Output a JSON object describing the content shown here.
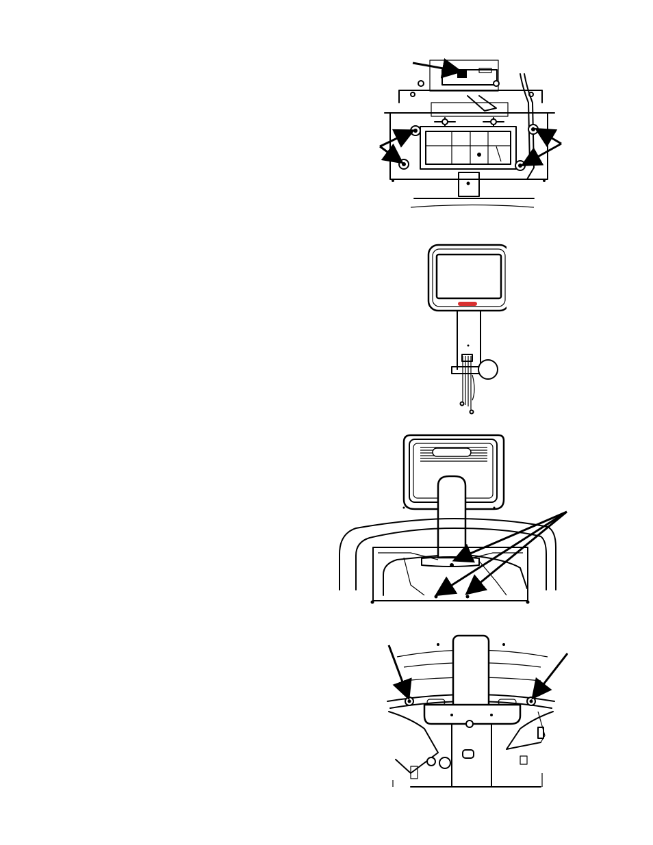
{
  "figures": [
    {
      "id": "fig-1",
      "icon": "console-base-bolts-diagram",
      "callout_arrows": 3
    },
    {
      "id": "fig-2",
      "icon": "console-on-mast-diagram",
      "brand_badge_color": "#d83030"
    },
    {
      "id": "fig-3",
      "icon": "console-mast-shroud-diagram",
      "callout_arrows": 3
    },
    {
      "id": "fig-4",
      "icon": "mast-cover-screws-diagram",
      "callout_arrows": 2
    }
  ]
}
